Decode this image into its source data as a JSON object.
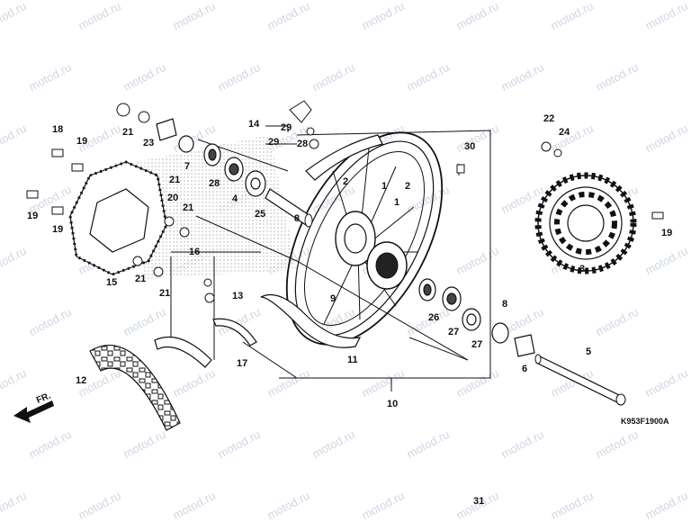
{
  "watermark": "motod.ru",
  "diagram_code": "K953F1900A",
  "front_label": "FR.",
  "icons": {
    "front_direction": "arrow-left-icon"
  },
  "colors": {
    "line": "#111111",
    "watermark": "#cfd6e3",
    "shade": "#c8c8c8"
  },
  "callouts": [
    "1",
    "1",
    "2",
    "2",
    "3",
    "4",
    "5",
    "6",
    "7",
    "8",
    "8",
    "9",
    "10",
    "11",
    "12",
    "13",
    "14",
    "15",
    "16",
    "17",
    "18",
    "19",
    "19",
    "19",
    "19",
    "20",
    "21",
    "21",
    "21",
    "21",
    "21",
    "22",
    "23",
    "24",
    "25",
    "26",
    "27",
    "27",
    "28",
    "28",
    "29",
    "29",
    "30",
    "31"
  ]
}
